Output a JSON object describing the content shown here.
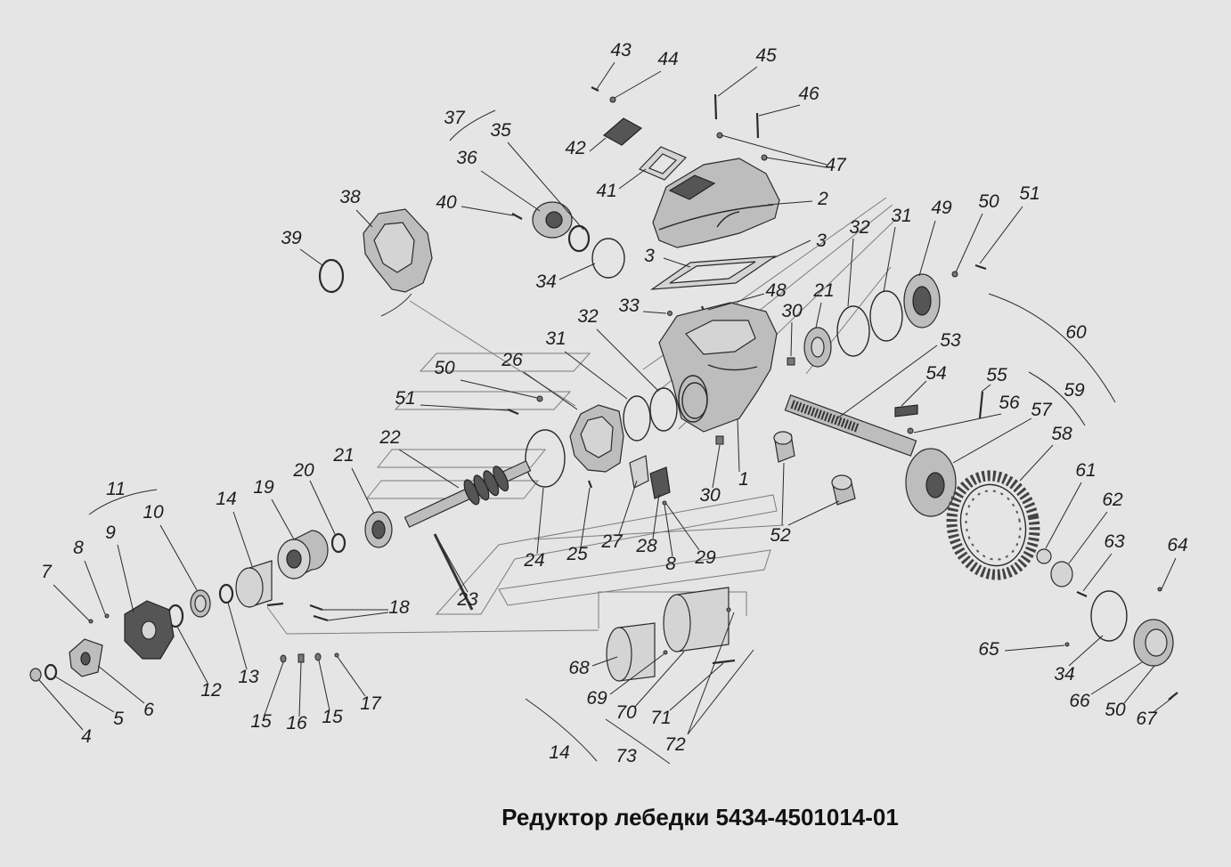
{
  "title": "Редуктор лебедки 5434-4501014-01",
  "callouts": [
    "43",
    "44",
    "45",
    "46",
    "37",
    "35",
    "36",
    "42",
    "47",
    "41",
    "2",
    "38",
    "40",
    "49",
    "50",
    "51",
    "31",
    "32",
    "3",
    "39",
    "3",
    "34",
    "48",
    "21",
    "33",
    "30",
    "32",
    "60",
    "53",
    "31",
    "26",
    "50",
    "54",
    "55",
    "59",
    "51",
    "56",
    "57",
    "22",
    "58",
    "21",
    "20",
    "61",
    "11",
    "19",
    "14",
    "1",
    "30",
    "62",
    "10",
    "9",
    "8",
    "24",
    "25",
    "27",
    "28",
    "29",
    "8",
    "52",
    "63",
    "64",
    "7",
    "23",
    "18",
    "13",
    "12",
    "6",
    "5",
    "4",
    "15",
    "16",
    "15",
    "17",
    "65",
    "68",
    "69",
    "70",
    "71",
    "72",
    "34",
    "66",
    "50",
    "67",
    "14",
    "73"
  ]
}
